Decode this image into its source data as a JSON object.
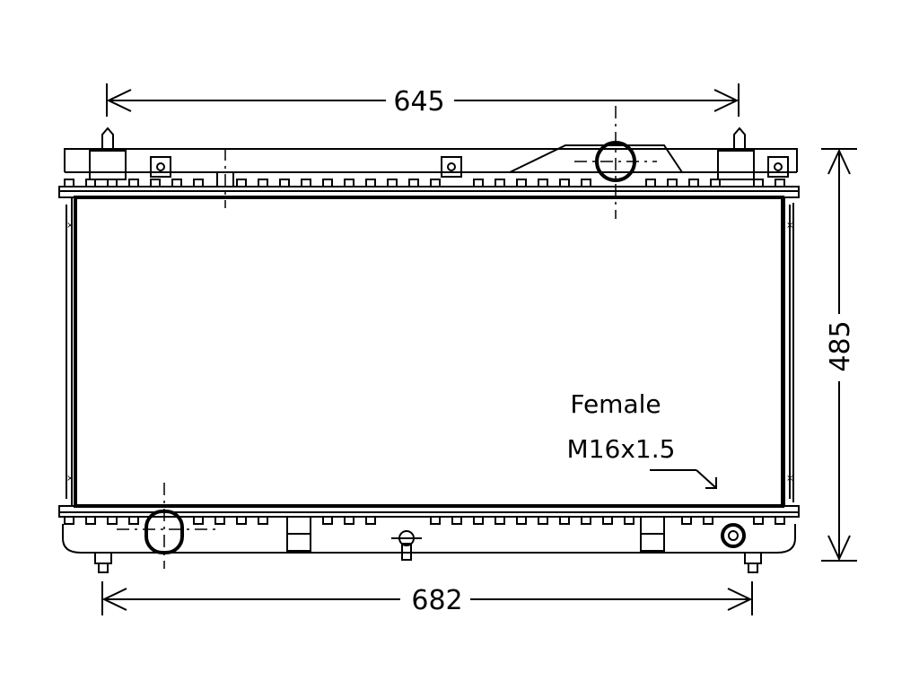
{
  "dimensions": {
    "top_width": "645",
    "bottom_width": "682",
    "height": "485"
  },
  "annotation": {
    "line1": "Female",
    "line2": "M16x1.5"
  },
  "colors": {
    "stroke": "#000000",
    "background": "#ffffff"
  }
}
